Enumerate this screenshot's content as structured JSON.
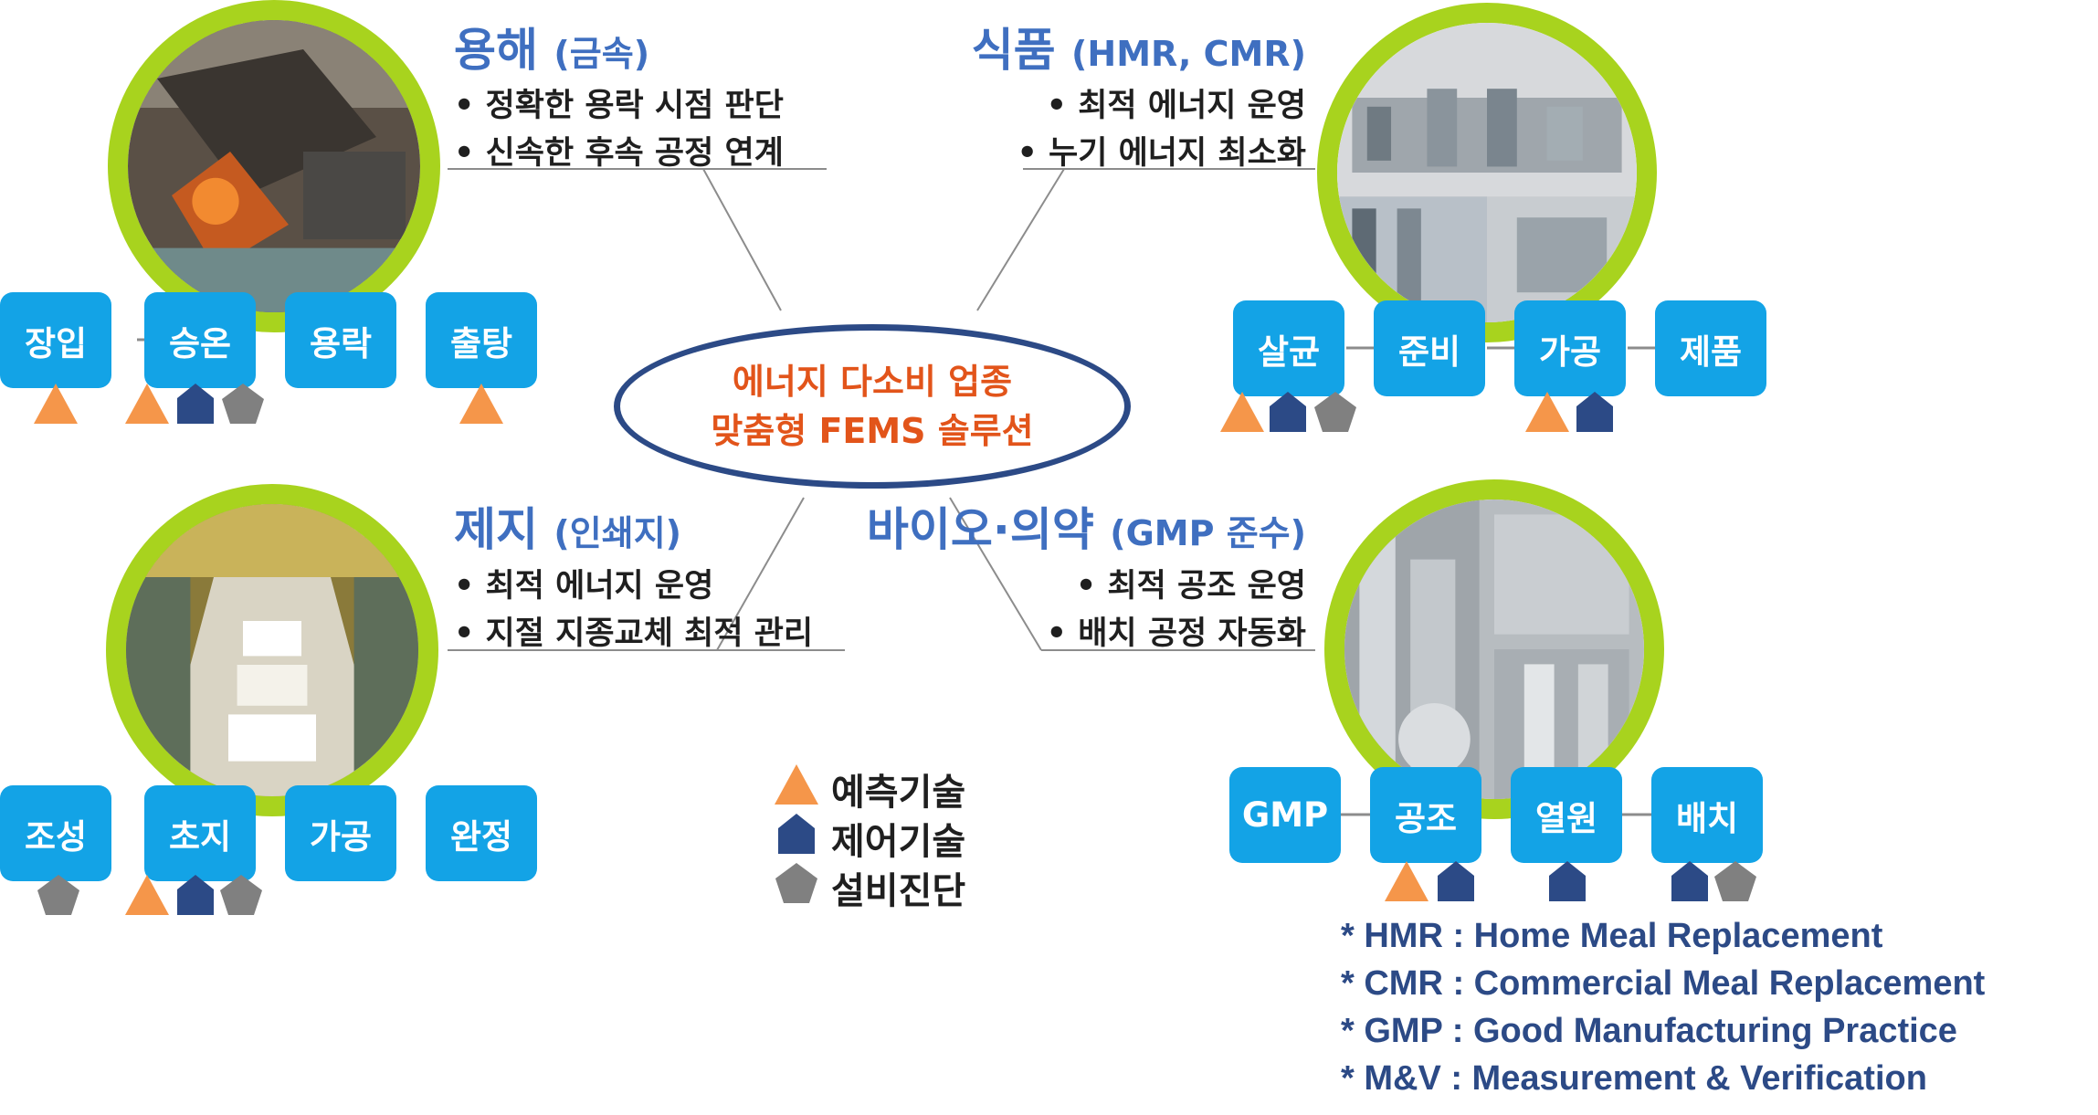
{
  "center": {
    "line1": "에너지 다소비 업종",
    "line2": "맞춤형 FEMS 솔루션"
  },
  "colors": {
    "predict": "#f5964a",
    "control": "#2c4a86",
    "diagnose": "#808080",
    "box": "#13a3e6",
    "ring": "#a8d31e",
    "title": "#3f6fc0",
    "center_text": "#e2541a"
  },
  "sectors": {
    "melting": {
      "title": "용해",
      "subtitle": "(금속)",
      "bullets": [
        "• 정확한 용락 시점 판단",
        "• 신속한 후속 공정 연계"
      ],
      "steps": [
        "장입",
        "승온",
        "용락",
        "출탕"
      ]
    },
    "food": {
      "title": "식품",
      "subtitle": "(HMR, CMR)",
      "bullets": [
        "• 최적 에너지 운영",
        "• 누기 에너지 최소화"
      ],
      "steps": [
        "살균",
        "준비",
        "가공",
        "제품"
      ]
    },
    "paper": {
      "title": "제지",
      "subtitle": "(인쇄지)",
      "bullets": [
        "• 최적 에너지 운영",
        "• 지절 지종교체 최적 관리"
      ],
      "steps": [
        "조성",
        "초지",
        "가공",
        "완정"
      ]
    },
    "bio": {
      "title": "바이오·의약",
      "subtitle": "(GMP 준수)",
      "bullets": [
        "• 최적 공조 운영",
        "• 배치 공정 자동화"
      ],
      "steps": [
        "GMP",
        "공조",
        "열원",
        "배치"
      ]
    }
  },
  "legend": {
    "predict": "예측기술",
    "control": "제어기술",
    "diagnose": "설비진단"
  },
  "notes": [
    "* HMR : Home Meal Replacement",
    "* CMR : Commercial Meal Replacement",
    "* GMP : Good Manufacturing Practice",
    "* M&V : Measurement & Verification"
  ]
}
